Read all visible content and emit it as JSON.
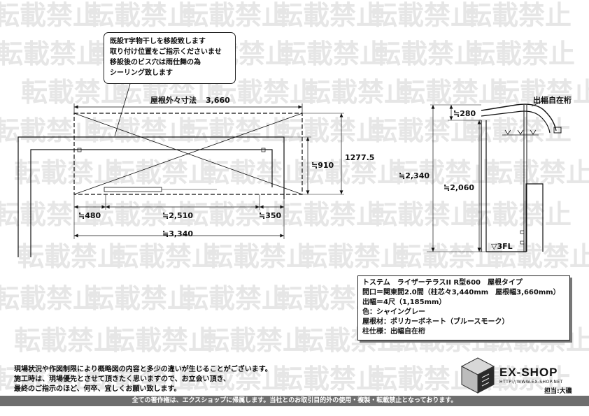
{
  "watermark": {
    "text": "転載禁止"
  },
  "callout": {
    "lines": [
      "既設T字物干しを移設致します",
      "取り付け位置をご指示くださいませ",
      "移設後のビス穴は雨仕舞の為",
      "シーリング致します"
    ]
  },
  "plan": {
    "roof_outer_label": "屋根外々寸法",
    "roof_outer_value": "3,660",
    "depth_inner": "≒910",
    "depth_outer": "1277.5",
    "offset_left": "≒480",
    "post_span": "≒2,510",
    "offset_right": "≒350",
    "total_span": "≒3,340"
  },
  "side": {
    "eave_label": "出幅自在桁",
    "top_gap": "≒280",
    "height_total": "≒2,340",
    "height_post": "≒2,060",
    "floor_label": "▽3FL"
  },
  "spec": {
    "lines": [
      "トステム　ライザーテラスII R型600　屋根タイプ",
      "間口＝関東間2.0間（柱芯々3,440mm　屋根幅3,660mm）",
      "出幅＝4尺（1,185mm）",
      "色：シャイングレー",
      "屋根材：ポリカーボネート（ブルースモーク）",
      "柱仕様：出幅自在桁"
    ]
  },
  "disclaimer": {
    "lines": [
      "現場状況や作図制限により概略図の内容と多少の違いが生じることがございます。",
      "施工時は、現場優先とさせて頂きたく思いますので、お立会い頂き、",
      "最終のご指示のほど、何卒、宜しくお願い致します。"
    ]
  },
  "logo": {
    "name": "EX-SHOP",
    "url": "HTTP://WWW.EX-SHOP.NET"
  },
  "staff": "担当:大磯",
  "footer": "全ての著作権は、エクスショップに帰属します。当社とのお取引目的外の使用・複製・転載禁止となっております。",
  "colors": {
    "footer_bg": "#6e6e6e",
    "watermark": "#e6e6e6"
  }
}
